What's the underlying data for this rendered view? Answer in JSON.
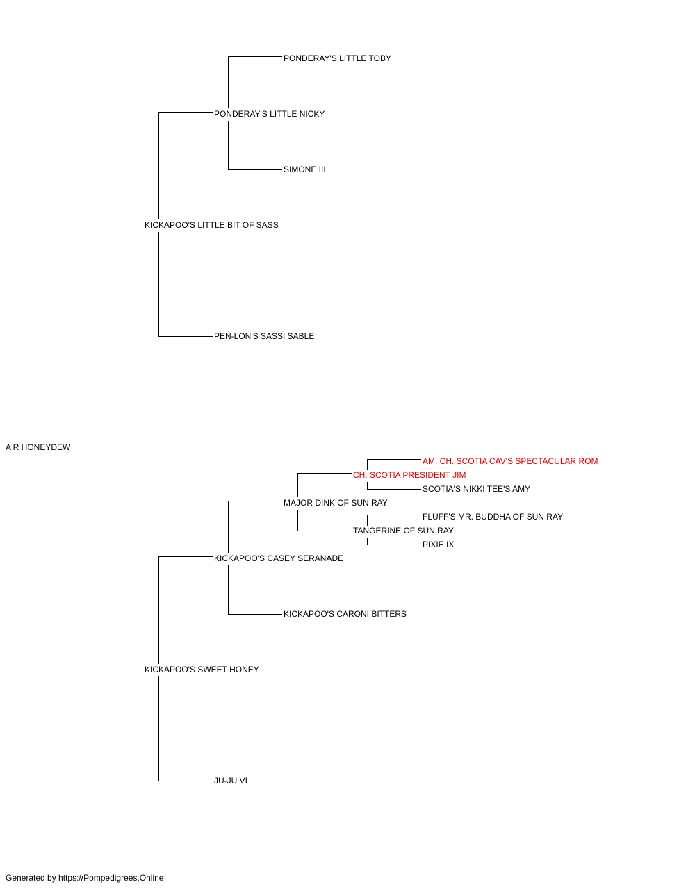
{
  "subject": {
    "name": "A R HONEYDEW"
  },
  "sire_line": {
    "sire": {
      "name": "KICKAPOO'S LITTLE BIT OF SASS"
    },
    "sire_sire": {
      "name": "PONDERAY'S LITTLE NICKY"
    },
    "sire_sire_sire": {
      "name": "PONDERAY'S LITTLE TOBY"
    },
    "sire_sire_dam": {
      "name": "SIMONE III"
    },
    "sire_dam": {
      "name": "PEN-LON'S SASSI SABLE"
    }
  },
  "dam_line": {
    "dam": {
      "name": "KICKAPOO'S SWEET HONEY"
    },
    "dam_sire": {
      "name": "KICKAPOO'S CASEY SERANADE"
    },
    "dam_sire_sire": {
      "name": "MAJOR DINK OF SUN RAY"
    },
    "dam_sire_sire_sire": {
      "name": "CH. SCOTIA PRESIDENT JIM"
    },
    "dam_sire_sire_sire_sire": {
      "name": "AM. CH. SCOTIA CAV'S SPECTACULAR ROM"
    },
    "dam_sire_sire_sire_dam": {
      "name": "SCOTIA'S NIKKI TEE'S AMY"
    },
    "dam_sire_sire_dam": {
      "name": "TANGERINE OF SUN RAY"
    },
    "dam_sire_sire_dam_sire": {
      "name": "FLUFF'S MR. BUDDHA OF SUN RAY"
    },
    "dam_sire_sire_dam_dam": {
      "name": "PIXIE IX"
    },
    "dam_sire_dam": {
      "name": "KICKAPOO'S CARONI BITTERS"
    },
    "dam_dam": {
      "name": "JU-JU VI"
    }
  },
  "colors": {
    "default_text": "#000000",
    "highlight_text": "#e00000",
    "line": "#000000"
  },
  "footer": {
    "text": "Generated by https://Pompedigrees.Online"
  }
}
